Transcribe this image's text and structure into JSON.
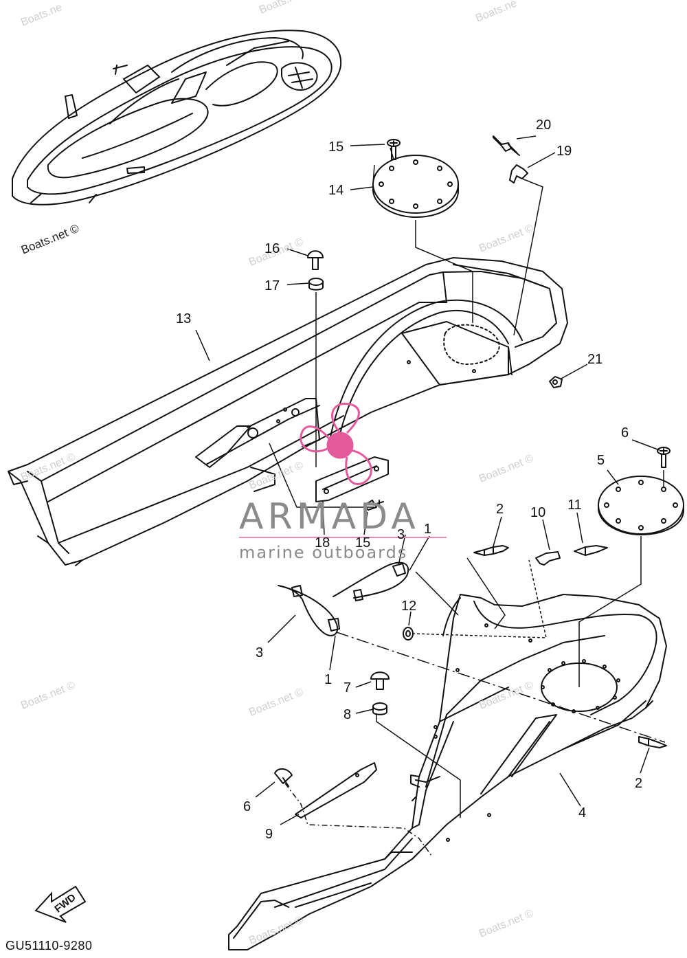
{
  "watermark": {
    "text": "Boats.net ©",
    "visible_text": "Boats.net ©",
    "partial_text": "Boats.ne"
  },
  "brand": {
    "name": "ARMADA",
    "tagline": "marine outboards",
    "colors": {
      "text": "#8a8a8a",
      "logo": "#e25a9c",
      "underline": "#e78ab8"
    }
  },
  "callouts": [
    {
      "id": "c20",
      "label": "20"
    },
    {
      "id": "c19",
      "label": "19"
    },
    {
      "id": "c15a",
      "label": "15"
    },
    {
      "id": "c14",
      "label": "14"
    },
    {
      "id": "c16",
      "label": "16"
    },
    {
      "id": "c17",
      "label": "17"
    },
    {
      "id": "c13",
      "label": "13"
    },
    {
      "id": "c21",
      "label": "21"
    },
    {
      "id": "c6a",
      "label": "6"
    },
    {
      "id": "c5",
      "label": "5"
    },
    {
      "id": "c2a",
      "label": "2"
    },
    {
      "id": "c10",
      "label": "10"
    },
    {
      "id": "c11",
      "label": "11"
    },
    {
      "id": "c18",
      "label": "18"
    },
    {
      "id": "c15b",
      "label": "15"
    },
    {
      "id": "c3a",
      "label": "3"
    },
    {
      "id": "c1a",
      "label": "1"
    },
    {
      "id": "c12",
      "label": "12"
    },
    {
      "id": "c3b",
      "label": "3"
    },
    {
      "id": "c1b",
      "label": "1"
    },
    {
      "id": "c7",
      "label": "7"
    },
    {
      "id": "c8",
      "label": "8"
    },
    {
      "id": "c6b",
      "label": "6"
    },
    {
      "id": "c9",
      "label": "9"
    },
    {
      "id": "c4",
      "label": "4"
    },
    {
      "id": "c2b",
      "label": "2"
    }
  ],
  "fwd_label": "FWD",
  "diagram_code": "GU51110-9280"
}
